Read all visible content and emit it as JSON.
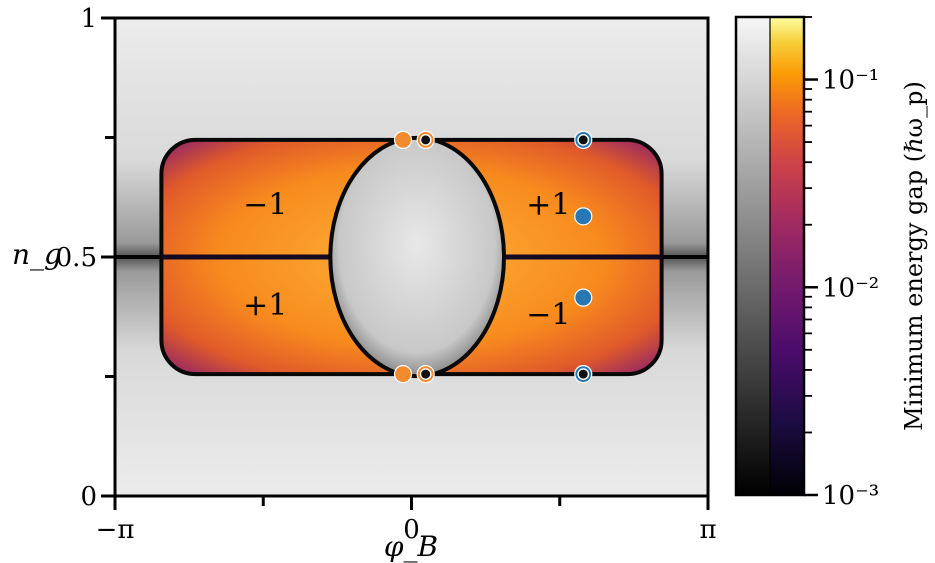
{
  "chart_data": {
    "type": "heatmap",
    "title": "",
    "xlabel": "φ_B",
    "ylabel": "n_g",
    "xlim": [
      -3.14159,
      3.14159
    ],
    "ylim": [
      0,
      1
    ],
    "x_ticks": [
      {
        "value": -3.14159,
        "label": "−π"
      },
      {
        "value": 0,
        "label": "0"
      },
      {
        "value": 3.14159,
        "label": "π"
      }
    ],
    "x_minor_ticks": [
      -1.5708,
      1.5708
    ],
    "y_ticks": [
      {
        "value": 0,
        "label": "0"
      },
      {
        "value": 0.5,
        "label": "0.5"
      },
      {
        "value": 1,
        "label": "1"
      }
    ],
    "y_minor_ticks": [
      0.25,
      0.75
    ],
    "grid": false,
    "colorbar": {
      "label": "Minimum energy gap (ℏω_p)",
      "scale": "log",
      "range": [
        0.001,
        0.2
      ],
      "ticks": [
        {
          "value": 0.001,
          "label": "10⁻³"
        },
        {
          "value": 0.01,
          "label": "10⁻²"
        },
        {
          "value": 0.1,
          "label": "10⁻¹"
        }
      ]
    },
    "region_labels": [
      {
        "text": "−1",
        "x": -1.55,
        "y": 0.61
      },
      {
        "text": "+1",
        "x": 1.45,
        "y": 0.61
      },
      {
        "text": "+1",
        "x": -1.55,
        "y": 0.4
      },
      {
        "text": "−1",
        "x": 1.45,
        "y": 0.38
      }
    ],
    "markers": [
      {
        "x": -0.09,
        "y": 0.745,
        "color": "#f28a2e",
        "filled": true
      },
      {
        "x": 0.15,
        "y": 0.745,
        "color": "#f28a2e",
        "filled": false
      },
      {
        "x": -0.09,
        "y": 0.255,
        "color": "#f28a2e",
        "filled": true
      },
      {
        "x": 0.15,
        "y": 0.255,
        "color": "#f28a2e",
        "filled": false
      },
      {
        "x": 1.82,
        "y": 0.745,
        "color": "#2777b4",
        "filled": false
      },
      {
        "x": 1.82,
        "y": 0.585,
        "color": "#2777b4",
        "filled": true
      },
      {
        "x": 1.82,
        "y": 0.415,
        "color": "#2777b4",
        "filled": true
      },
      {
        "x": 1.82,
        "y": 0.255,
        "color": "#2777b4",
        "filled": false
      }
    ]
  }
}
